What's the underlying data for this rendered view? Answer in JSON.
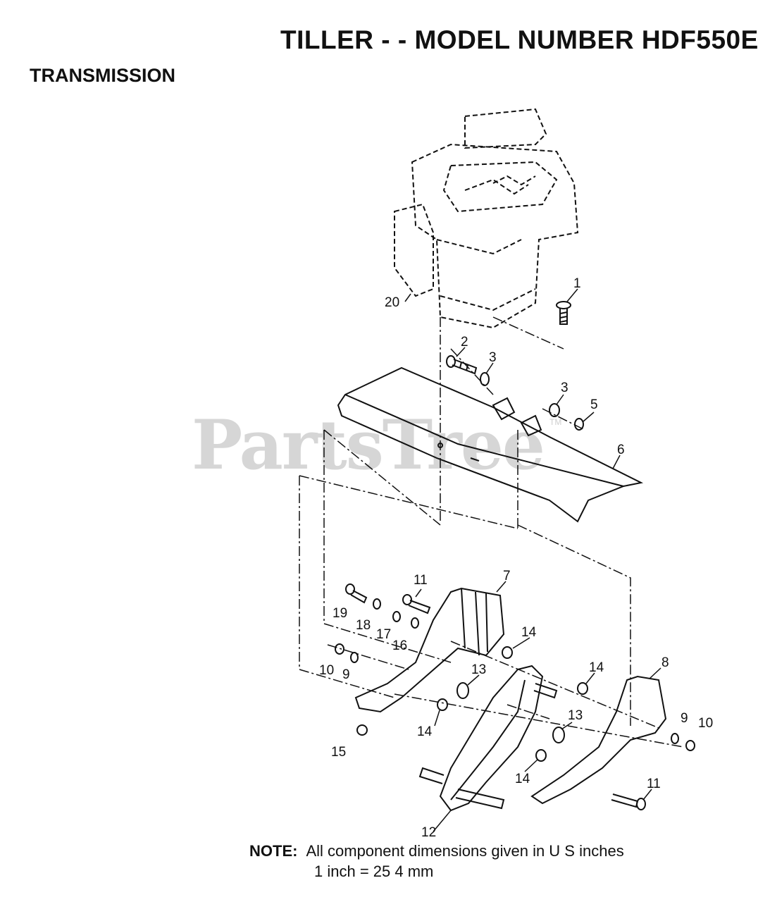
{
  "header": {
    "title": "TILLER - - MODEL NUMBER HDF550E",
    "section": "TRANSMISSION"
  },
  "watermark": {
    "text": "PartsTree",
    "trademark": "TM"
  },
  "callouts": [
    "1",
    "2",
    "3",
    "3",
    "5",
    "6",
    "7",
    "8",
    "9",
    "9",
    "10",
    "10",
    "11",
    "11",
    "12",
    "13",
    "13",
    "14",
    "14",
    "14",
    "14",
    "15",
    "16",
    "17",
    "18",
    "19",
    "20"
  ],
  "note": {
    "label": "NOTE:",
    "line1": "All component dimensions given in U S  inches",
    "line2": "1 inch = 25 4 mm"
  },
  "colors": {
    "ink": "#111111",
    "watermark": "#d6d6d6"
  }
}
